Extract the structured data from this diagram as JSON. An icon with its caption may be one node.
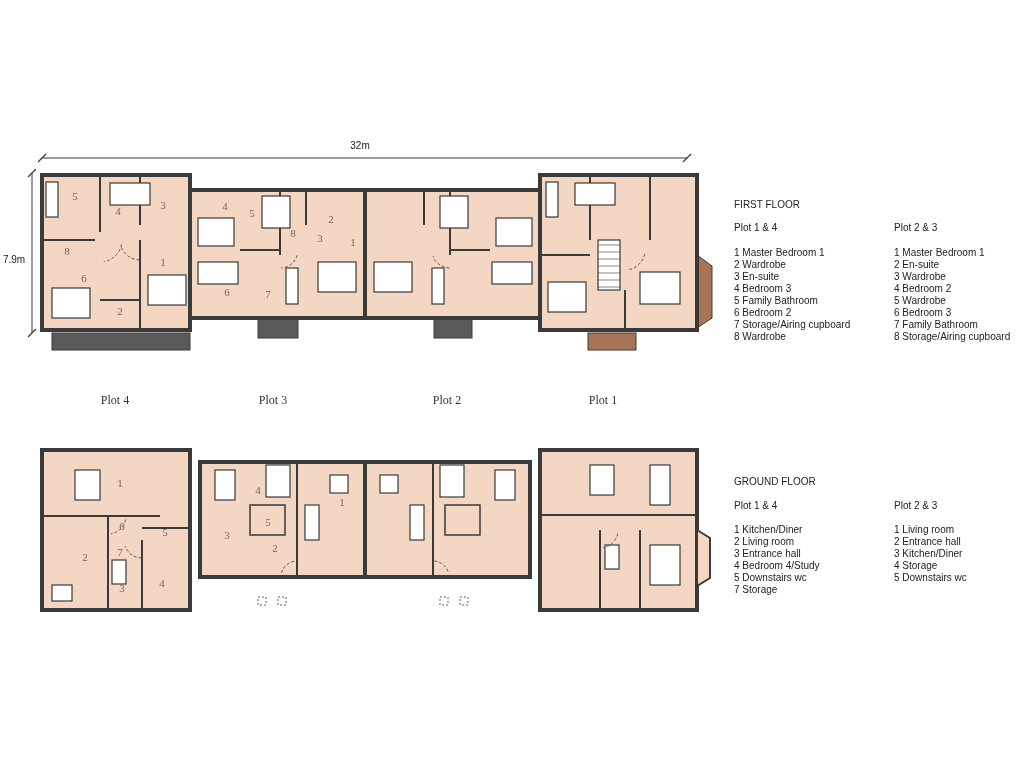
{
  "diagram": {
    "labels": [
      "32m",
      "7.9m",
      "5",
      "4",
      "3",
      "8",
      "1",
      "6",
      "2",
      "4",
      "5",
      "2",
      "8",
      "3",
      "1",
      "6",
      "7",
      "Plot 4",
      "Plot 3",
      "Plot 2",
      "Plot 1",
      "1",
      "6",
      "5",
      "2",
      "7",
      "3",
      "4",
      "4",
      "5",
      "3",
      "2",
      "1",
      "FIRST FLOOR",
      "Plot 1 & 4",
      "Plot 2 & 3",
      "1 Master Bedroom 1",
      "2 Wardrobe",
      "3 En-suite",
      "4 Bedroom 3",
      "5 Family Bathroom",
      "6 Bedroom 2",
      "7 Storage/Airing cupboard",
      "8 Wardrobe",
      "1 Master Bedroom 1",
      "2 En-suite",
      "3 Wardrobe",
      "4 Bedroom 2",
      "5 Wardrobe",
      "6 Bedroom 3",
      "7 Family Bathroom",
      "8 Storage/Airing cupboard",
      "GROUND FLOOR",
      "Plot 1 & 4",
      "Plot 2 & 3",
      "1 Kitchen/Diner",
      "2 Living room",
      "3 Entrance hall",
      "4 Bedroom 4/Study",
      "5 Downstairs wc",
      "7 Storage",
      "1 Living room",
      "2 Entrance hall",
      "3 Kitchen/Diner",
      "4 Storage",
      "5 Downstairs wc"
    ]
  }
}
